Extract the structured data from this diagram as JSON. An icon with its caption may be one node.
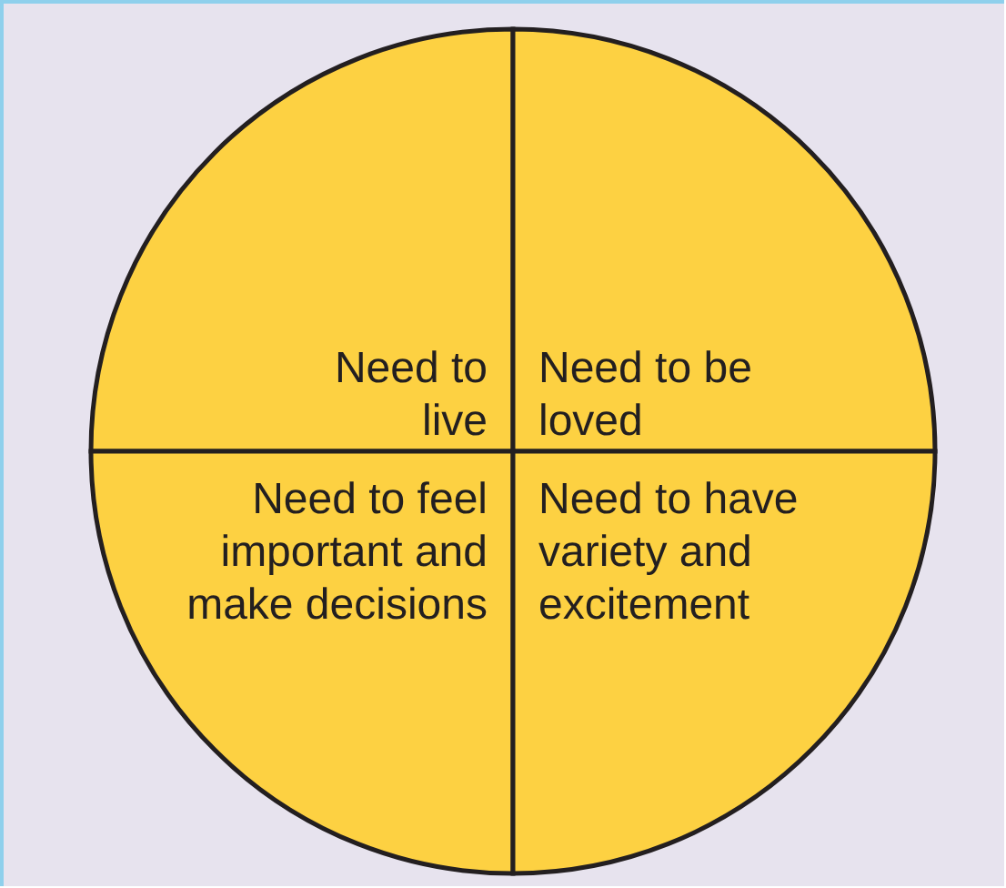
{
  "diagram": {
    "nodes": [
      {
        "text": [
          "Need to live"
        ]
      },
      {
        "text": [
          "Need to be loved"
        ]
      },
      {
        "text": [
          "Need to feel important and make decisions"
        ]
      },
      {
        "text": [
          "Need to have variety and excitement"
        ]
      }
    ]
  }
}
